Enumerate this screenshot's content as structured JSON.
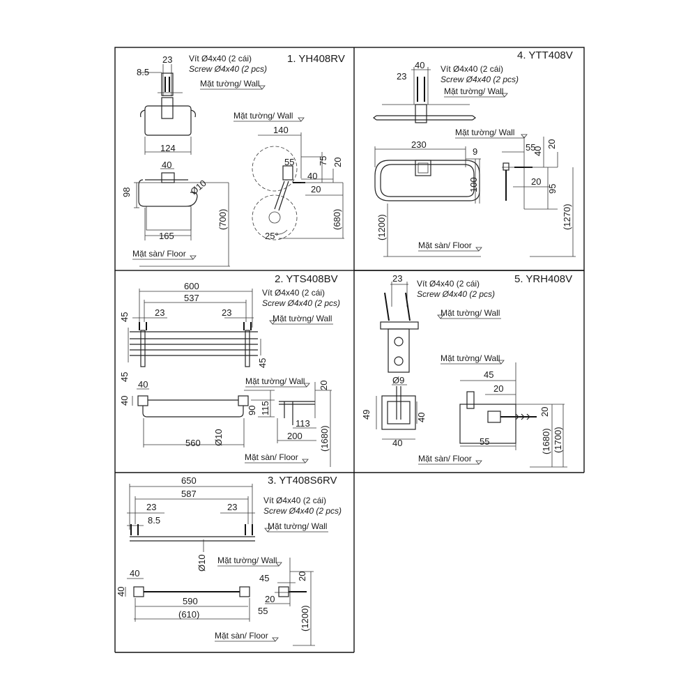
{
  "panels": [
    {
      "id": "p1",
      "title": "1. YH408RV",
      "screw_vi": "Vít Ø4x40 (2 cái)",
      "screw_en": "Screw Ø4x40 (2 pcs)",
      "wall_labels": [
        "Mặt tường/ Wall",
        "Mặt tường/ Wall"
      ],
      "floor_label": "Mặt sàn/ Floor",
      "dims": [
        "23",
        "8.5",
        "124",
        "40",
        "98",
        "Ø10",
        "165",
        "140",
        "55",
        "75",
        "20",
        "40",
        "20",
        "25°",
        "(700)",
        "(680)"
      ]
    },
    {
      "id": "p2",
      "title": "2. YTS408BV",
      "screw_vi": "Vít Ø4x40 (2 cái)",
      "screw_en": "Screw Ø4x40 (2 pcs)",
      "wall_labels": [
        "Mặt tường/ Wall",
        "Mặt tường/ Wall"
      ],
      "floor_label": "Mặt sàn/ Floor",
      "dims": [
        "600",
        "537",
        "23",
        "23",
        "45",
        "45",
        "45",
        "40",
        "40",
        "90",
        "115",
        "20",
        "560",
        "Ø10",
        "113",
        "200",
        "(1680)"
      ]
    },
    {
      "id": "p3",
      "title": "3. YT408S6RV",
      "screw_vi": "Vít Ø4x40 (2 cái)",
      "screw_en": "Screw Ø4x40 (2 pcs)",
      "wall_labels": [
        "Mặt tường/ Wall",
        "Mặt tường/ Wall"
      ],
      "floor_label": "Mặt sàn/ Floor",
      "dims": [
        "650",
        "587",
        "23",
        "23",
        "8.5",
        "Ø10",
        "40",
        "40",
        "590",
        "(610)",
        "45",
        "20",
        "20",
        "55",
        "(1200)"
      ]
    },
    {
      "id": "p4",
      "title": "4. YTT408V",
      "screw_vi": "Vít Ø4x40 (2 cái)",
      "screw_en": "Screw Ø4x40 (2 pcs)",
      "wall_labels": [
        "Mặt tường/ Wall",
        "Mặt tường/ Wall"
      ],
      "floor_label": "Mặt sàn/ Floor",
      "dims": [
        "40",
        "23",
        "230",
        "9",
        "100",
        "55",
        "40",
        "20",
        "20",
        "95",
        "(1200)",
        "(1270)"
      ]
    },
    {
      "id": "p5",
      "title": "5. YRH408V",
      "screw_vi": "Vít Ø4x40 (2 cái)",
      "screw_en": "Screw Ø4x40 (2 pcs)",
      "wall_labels": [
        "Mặt tường/ Wall",
        "Mặt tường/ Wall"
      ],
      "floor_label": "Mặt sàn/ Floor",
      "dims": [
        "23",
        "Ø9",
        "49",
        "40",
        "40",
        "45",
        "20",
        "20",
        "55",
        "(1680)",
        "(1700)"
      ]
    }
  ]
}
